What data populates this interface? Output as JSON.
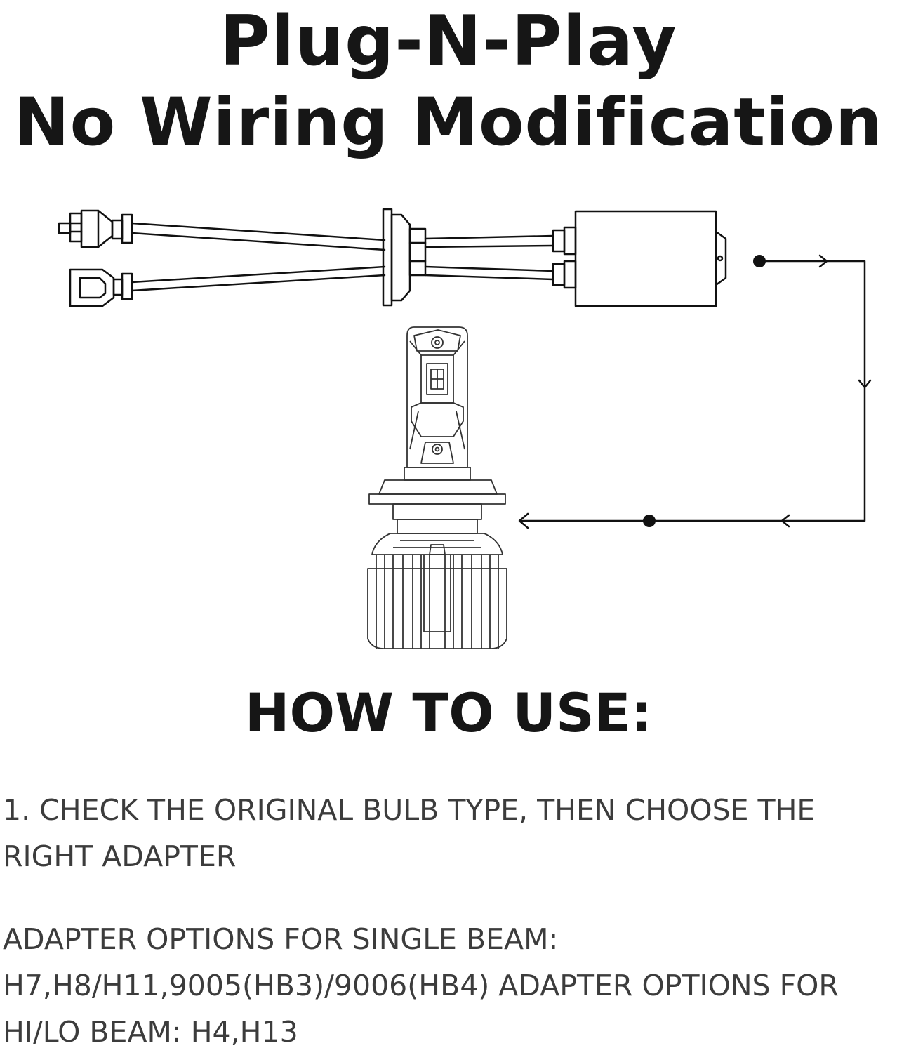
{
  "header": {
    "title_line1": "Plug-N-Play",
    "title_line2": "No Wiring Modification"
  },
  "diagram": {
    "components": [
      "adapter-harness",
      "decoder-box",
      "led-bulb"
    ],
    "icons": [
      "h7-plug-icon",
      "socket-plug-icon",
      "grommet-icon",
      "decoder-box-icon",
      "led-bulb-icon",
      "flow-arrow-icon"
    ],
    "line_color": "#111111"
  },
  "howto": {
    "heading": "HOW TO USE:",
    "step1_line1": "1. CHECK THE ORIGINAL BULB TYPE, THEN CHOOSE THE",
    "step1_line2": "RIGHT ADAPTER",
    "options_line1": "ADAPTER OPTIONS FOR SINGLE BEAM:",
    "options_line2": "H7,H8/H11,9005(HB3)/9006(HB4) ADAPTER OPTIONS FOR",
    "options_line3": "HI/LO BEAM: H4,H13"
  }
}
